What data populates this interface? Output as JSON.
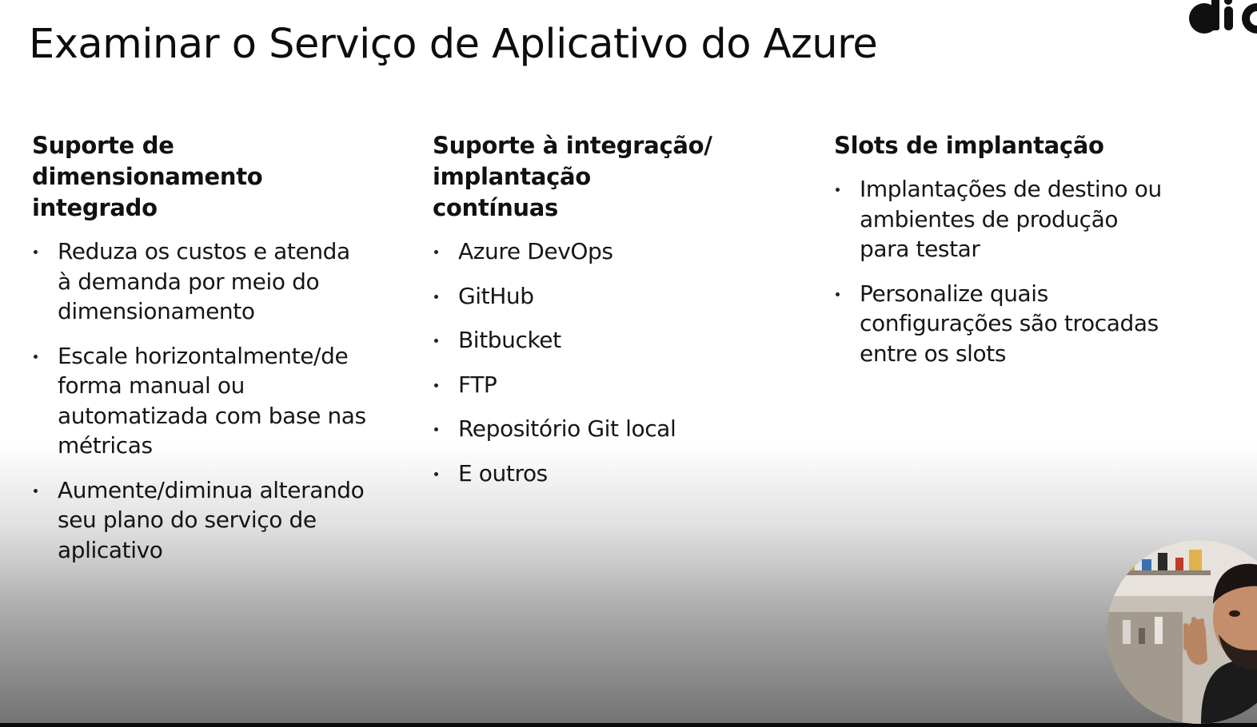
{
  "slide": {
    "title": "Examinar o Serviço de Aplicativo do Azure"
  },
  "columns": [
    {
      "heading": "Suporte de dimensionamento integrado",
      "bullets": [
        "Reduza os custos e atenda à demanda por meio do dimensionamento",
        "Escale horizontalmente/de forma manual ou automatizada com base nas métricas",
        "Aumente/diminua alterando seu plano do serviço de aplicativo"
      ]
    },
    {
      "heading": "Suporte à integração/ implantação contínuas",
      "bullets": [
        "Azure DevOps",
        "GitHub",
        "Bitbucket",
        "FTP",
        "Repositório Git local",
        "E outros"
      ]
    },
    {
      "heading": "Slots de implantação",
      "bullets": [
        "Implantações de destino ou ambientes de produção para testar",
        "Personalize quais configurações são trocadas entre os slots"
      ]
    }
  ],
  "overlay": {
    "logo_icon": "dio-logo-icon",
    "webcam_icon": "presenter-webcam-icon",
    "colors": {
      "logo": "#101010",
      "text": "#111111",
      "background": "#ffffff"
    }
  }
}
